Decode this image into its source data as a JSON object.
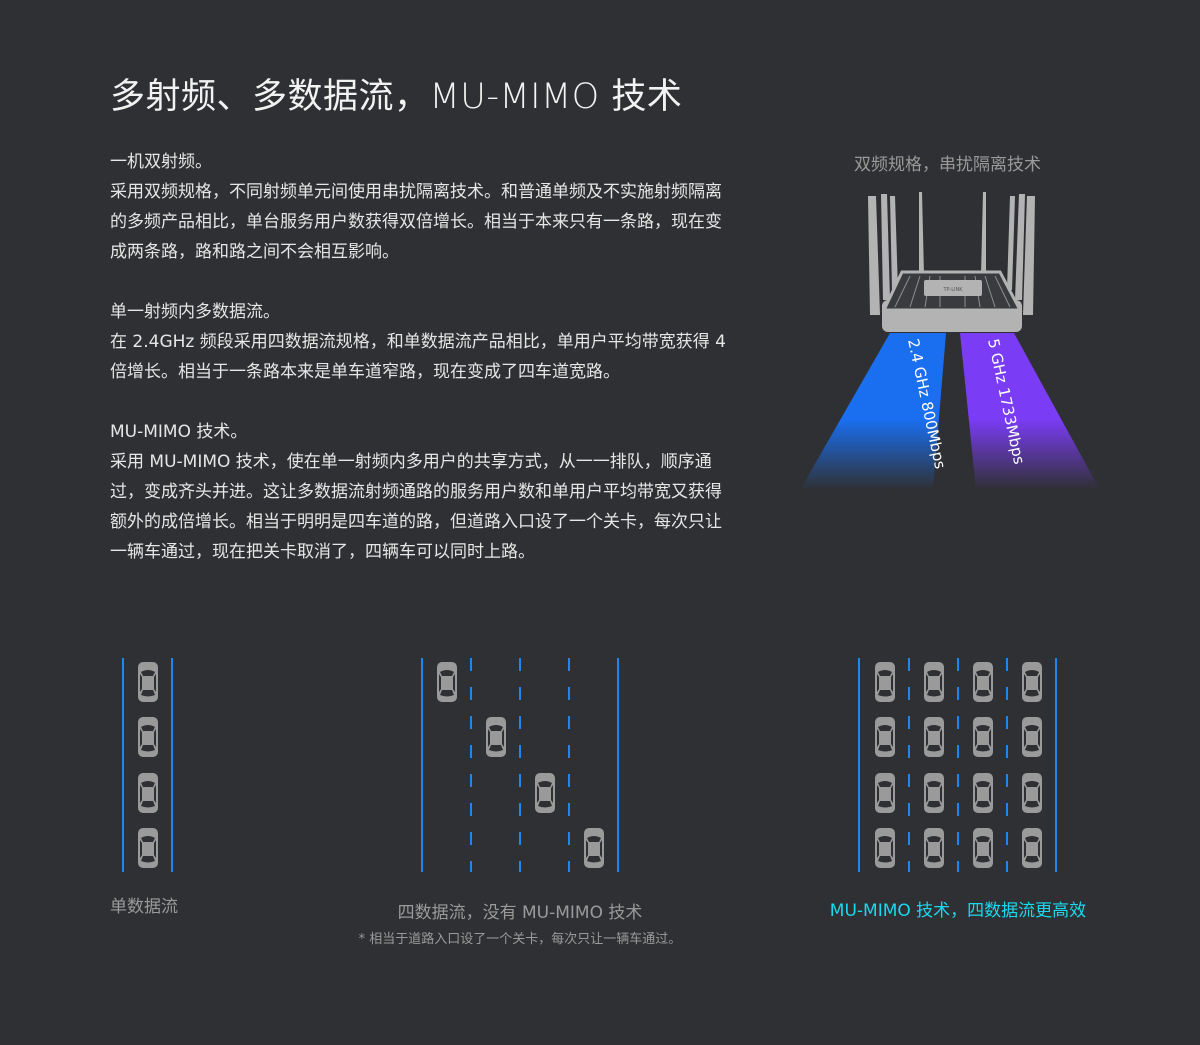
{
  "title": "多射频、多数据流，MU-MIMO 技术",
  "sections": [
    {
      "heading": "一机双射频。",
      "body": "采用双频规格，不同射频单元间使用串扰隔离技术。和普通单频及不实施射频隔离的多频产品相比，单台服务用户数获得双倍增长。相当于本来只有一条路，现在变成两条路，路和路之间不会相互影响。"
    },
    {
      "heading": "单一射频内多数据流。",
      "body": "在 2.4GHz 频段采用四数据流规格，和单数据流产品相比，单用户平均带宽获得 4 倍增长。相当于一条路本来是单车道窄路，现在变成了四车道宽路。"
    },
    {
      "heading": "MU-MIMO 技术。",
      "body": "采用 MU-MIMO 技术，使在单一射频内多用户的共享方式，从一一排队，顺序通过，变成齐头并进。这让多数据流射频通路的服务用户数和单用户平均带宽又获得额外的成倍增长。相当于明明是四车道的路，但道路入口设了一个关卡，每次只让一辆车通过，现在把关卡取消了，四辆车可以同时上路。"
    }
  ],
  "router": {
    "caption": "双频规格，串扰隔离技术",
    "brand": "TP-LINK",
    "band_24": "2.4 GHz 800Mbps",
    "band_5": "5 GHz 1733Mbps",
    "color_24": "#1a6ff0",
    "color_5": "#7a3cf5"
  },
  "diagrams": {
    "single": {
      "caption": "单数据流"
    },
    "four_no_mimo": {
      "caption": "四数据流，没有 MU-MIMO 技术",
      "note": "* 相当于道路入口设了一个关卡，每次只让一辆车通过。"
    },
    "mimo": {
      "caption": "MU-MIMO 技术，四数据流更高效",
      "caption_color": "#19d9ef"
    }
  },
  "colors": {
    "background": "#2f3033",
    "lane": "#1e86f0",
    "car": "#9a9a9a"
  }
}
